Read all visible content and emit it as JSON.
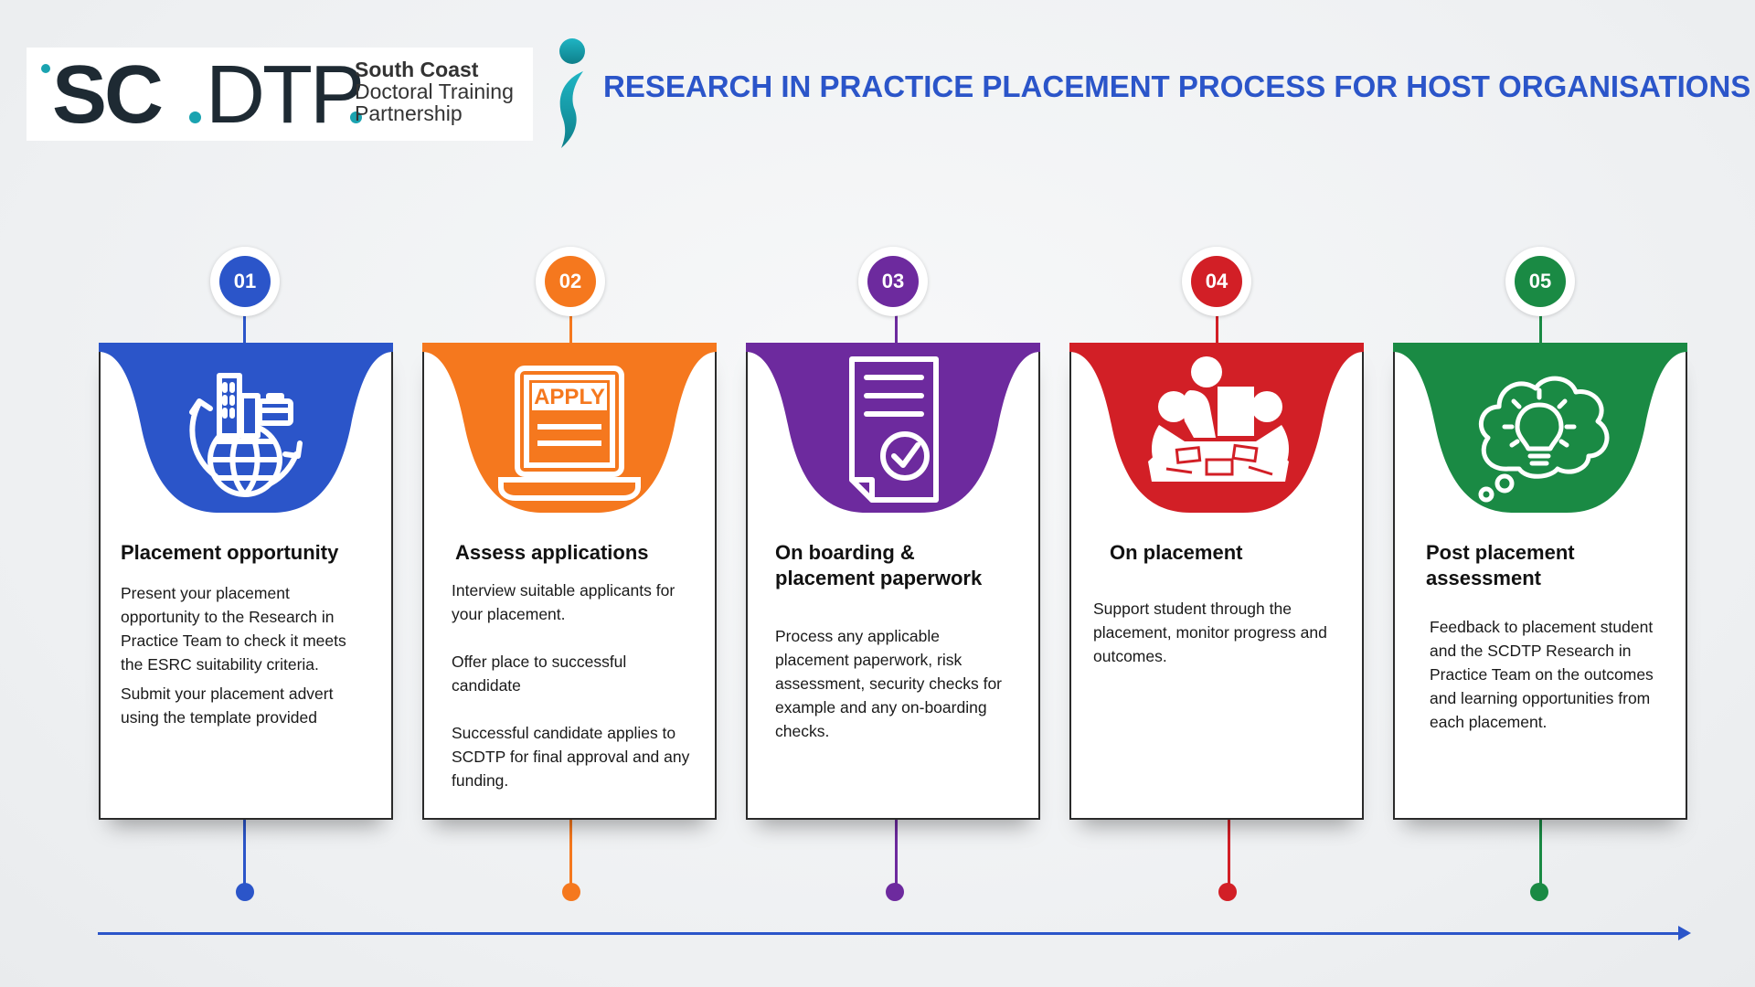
{
  "logo": {
    "abbr_sc": "SC",
    "abbr_dtp": "DTP",
    "line1": "South Coast",
    "line2": "Doctoral Training",
    "line3": "Partnership",
    "colors": {
      "text": "#1e2a33",
      "accent": "#1aa3b0"
    }
  },
  "title": "RESEARCH IN PRACTICE PLACEMENT PROCESS FOR HOST ORGANISATIONS",
  "colors": {
    "title": "#2b55c9",
    "timeline": "#2b55c9"
  },
  "steps": [
    {
      "number": "01",
      "color": "#2b55c9",
      "icon": "global-business-icon",
      "title": "Placement opportunity",
      "body": [
        "Present your placement opportunity to the Research in Practice Team to check it meets the ESRC suitability criteria.",
        "Submit your placement advert using the template provided"
      ]
    },
    {
      "number": "02",
      "color": "#f5781e",
      "icon": "apply-laptop-icon",
      "apply_label": "APPLY",
      "title": "Assess applications",
      "body": [
        "Interview suitable applicants for your placement.",
        "Offer place to successful candidate",
        "Successful candidate applies to SCDTP for final approval and any funding."
      ]
    },
    {
      "number": "03",
      "color": "#6d2a9e",
      "icon": "document-check-icon",
      "title": "On boarding & placement paperwork",
      "body": [
        "Process any applicable placement paperwork, risk assessment, security checks for example and any on-boarding checks."
      ]
    },
    {
      "number": "04",
      "color": "#d21f26",
      "icon": "team-meeting-icon",
      "title": "On placement",
      "body": [
        "Support student through the placement, monitor progress and outcomes."
      ]
    },
    {
      "number": "05",
      "color": "#1a8a44",
      "icon": "lightbulb-thought-icon",
      "title": "Post placement assessment",
      "body": [
        "Feedback to placement student and the SCDTP Research in Practice Team on the outcomes and learning opportunities from each placement."
      ]
    }
  ]
}
